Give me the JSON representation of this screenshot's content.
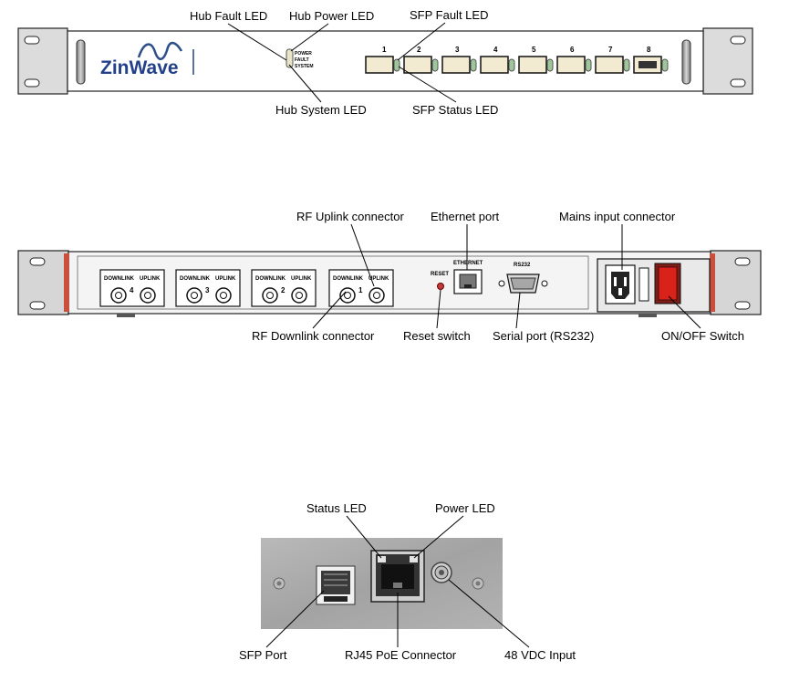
{
  "front_panel": {
    "brand": "ZinWave",
    "led_legend": [
      "POWER",
      "FAULT",
      "SYSTEM"
    ],
    "sfp_slots": [
      "1",
      "2",
      "3",
      "4",
      "5",
      "6",
      "7",
      "8"
    ],
    "callouts": {
      "hub_fault_led": "Hub Fault LED",
      "hub_power_led": "Hub Power LED",
      "sfp_fault_led": "SFP Fault LED",
      "hub_system_led": "Hub System LED",
      "sfp_status_led": "SFP Status LED"
    }
  },
  "rear_panel": {
    "rf_groups": [
      {
        "downlink": "DOWNLINK",
        "uplink": "UPLINK",
        "number": "4"
      },
      {
        "downlink": "DOWNLINK",
        "uplink": "UPLINK",
        "number": "3"
      },
      {
        "downlink": "DOWNLINK",
        "uplink": "UPLINK",
        "number": "2"
      },
      {
        "downlink": "DOWNLINK",
        "uplink": "UPLINK",
        "number": "1"
      }
    ],
    "reset_text": "RESET",
    "ethernet_text": "ETHERNET",
    "rs232_text": "RS232",
    "callouts": {
      "rf_uplink": "RF Uplink connector",
      "ethernet_port": "Ethernet port",
      "mains_input": "Mains input connector",
      "rf_downlink": "RF Downlink connector",
      "reset_switch": "Reset switch",
      "serial_port": "Serial port (RS232)",
      "on_off_switch": "ON/OFF Switch"
    }
  },
  "remote_unit": {
    "callouts": {
      "status_led": "Status LED",
      "power_led": "Power LED",
      "sfp_port": "SFP Port",
      "rj45_poe": "RJ45 PoE Connector",
      "vdc_input": "48 VDC Input"
    }
  },
  "colors": {
    "panel_face": "#ffffff",
    "ear_grey": "#d8d8d8",
    "sfp_fill": "#f3ead2",
    "led_green": "#9fc59a",
    "reset_red": "#c43a3a",
    "switch_red": "#d9231a",
    "plate_grey": "#a9a9a9"
  }
}
